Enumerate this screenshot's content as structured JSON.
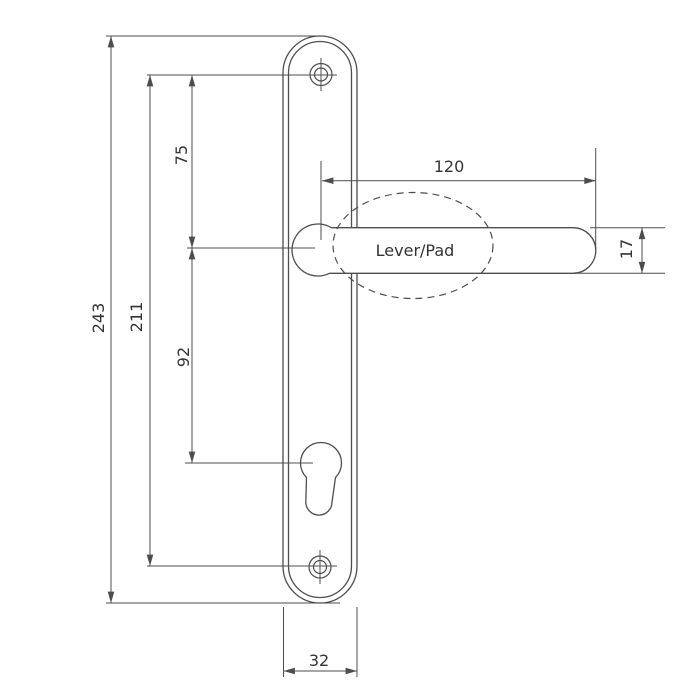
{
  "drawing": {
    "part_label": "Lever/Pad",
    "dims": {
      "plate_height": "243",
      "fixing_centres": "211",
      "top_fixing_to_spindle": "75",
      "spindle_to_cylinder": "92",
      "lever_length": "120",
      "lever_thickness": "17",
      "plate_width": "32"
    },
    "colors": {
      "line": "#4d4d4d",
      "label": "#333333",
      "background": "#ffffff"
    }
  }
}
